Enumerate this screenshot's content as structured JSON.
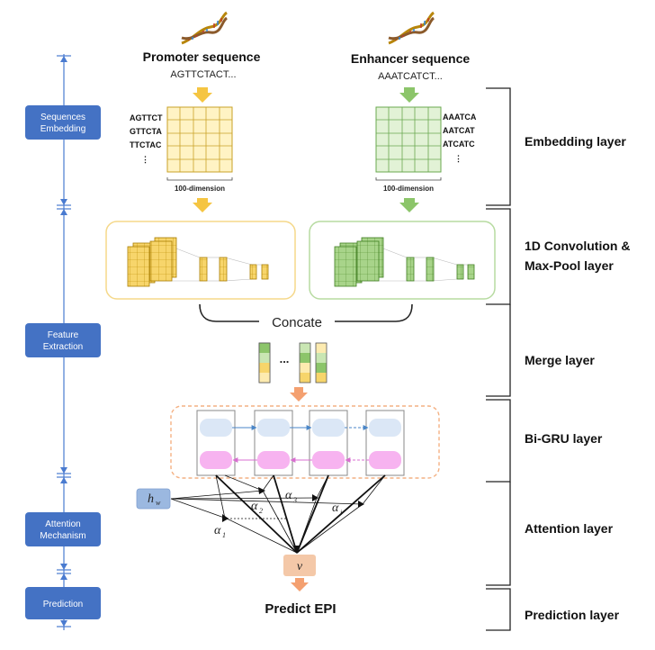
{
  "sequences": {
    "promoter": {
      "title": "Promoter sequence",
      "sequence": "AGTTCTACT...",
      "kmers": [
        "AGTTCT",
        "GTTCTA",
        "TTCTAC",
        "⋮"
      ],
      "dimension": "100-dimension",
      "color": "#f2c230"
    },
    "enhancer": {
      "title": "Enhancer sequence",
      "sequence": "AAATCATCT...",
      "kmers": [
        "AAATCA",
        "AATCAT",
        "ATCATC",
        "⋮"
      ],
      "dimension": "100-dimension",
      "color": "#8cc56a"
    }
  },
  "stages": [
    {
      "label_lines": [
        "Sequences",
        "Embedding"
      ]
    },
    {
      "label_lines": [
        "Feature",
        "Extraction"
      ]
    },
    {
      "label_lines": [
        "Attention",
        "Mechanism"
      ]
    },
    {
      "label_lines": [
        "Prediction"
      ]
    }
  ],
  "layers": [
    {
      "label_lines": [
        "Embedding layer"
      ]
    },
    {
      "label_lines": [
        "1D Convolution &",
        "Max-Pool layer"
      ]
    },
    {
      "label_lines": [
        "Merge layer"
      ]
    },
    {
      "label_lines": [
        "Bi-GRU layer"
      ]
    },
    {
      "label_lines": [
        "Attention layer"
      ]
    },
    {
      "label_lines": [
        "Prediction layer"
      ]
    }
  ],
  "merge": {
    "label": "Concate",
    "ellipsis": "..."
  },
  "attention": {
    "context_symbol": "h",
    "context_subscript": "w",
    "weights": [
      {
        "symbol": "α",
        "subscript": "1"
      },
      {
        "symbol": "α",
        "subscript": "2"
      },
      {
        "symbol": "α",
        "subscript": "3"
      },
      {
        "symbol": "α",
        "subscript": "i"
      }
    ],
    "output_symbol": "v"
  },
  "prediction": {
    "label": "Predict EPI"
  },
  "colors": {
    "stage_box": "#4472c4",
    "axis_line": "#4a7bd0",
    "promoter_fill": "#f2c230",
    "enhancer_fill": "#8cc56a",
    "gru_forward": "#dbe7f6",
    "gru_backward": "#f7b3f0",
    "bigru_border": "#f4b183",
    "output_arrow": "#f4b183"
  }
}
